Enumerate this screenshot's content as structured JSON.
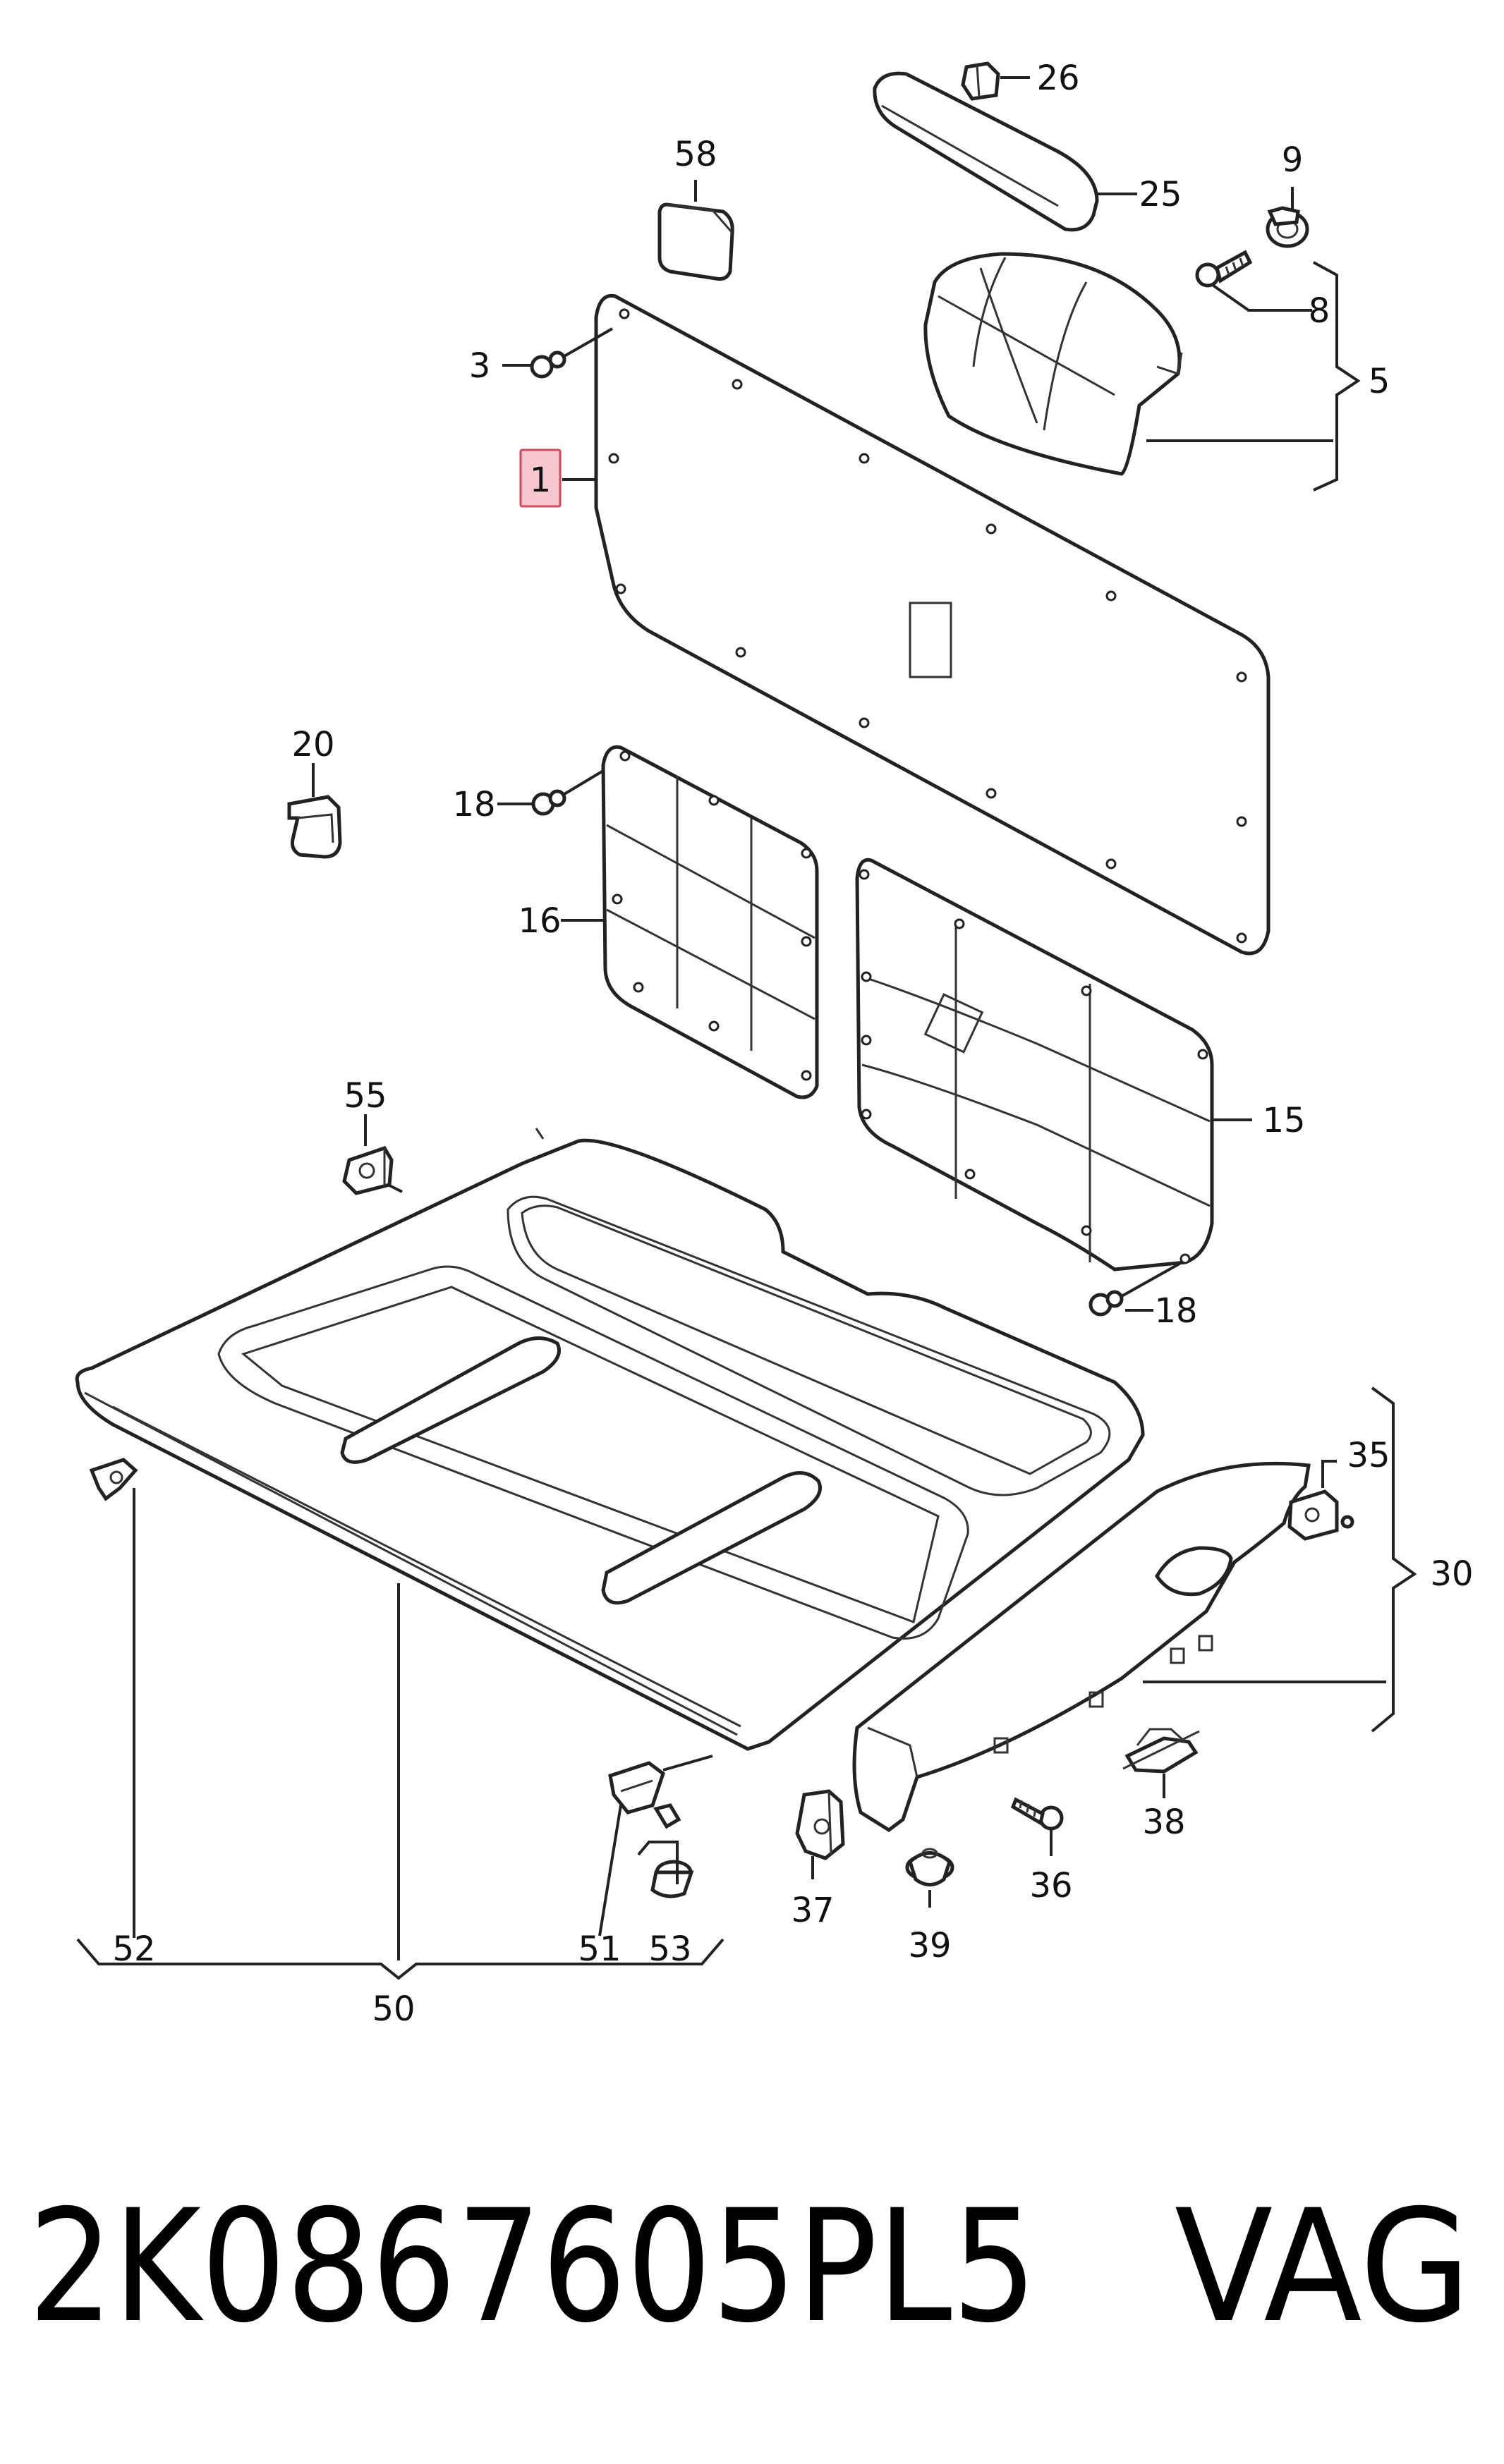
{
  "highlight": {
    "color": "#f6c7cf",
    "border": "#d24a5a"
  },
  "labels": {
    "l1": "1",
    "l3": "3",
    "l5": "5",
    "l8": "8",
    "l9": "9",
    "l15": "15",
    "l16": "16",
    "l18a": "18",
    "l18b": "18",
    "l20": "20",
    "l25": "25",
    "l26": "26",
    "l30": "30",
    "l35": "35",
    "l36": "36",
    "l37": "37",
    "l38": "38",
    "l39": "39",
    "l50": "50",
    "l51": "51",
    "l52": "52",
    "l53": "53",
    "l55": "55",
    "l58": "58"
  },
  "footer": {
    "part_number": "2K0867605PL5",
    "brand": "VAG"
  }
}
